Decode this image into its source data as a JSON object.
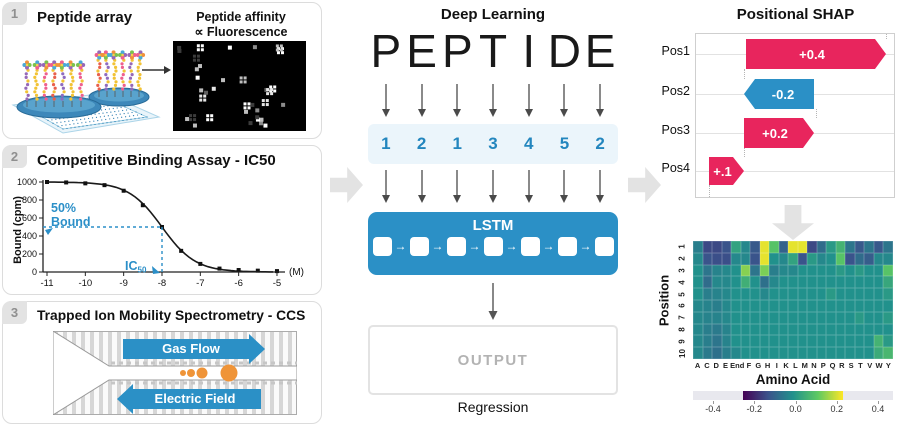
{
  "accent": {
    "blue": "#2b90c6",
    "pink": "#e8255d",
    "orange": "#ef9438",
    "light_blue_bg": "#ebf5fb",
    "gray_arrow": "#e3e3e3"
  },
  "panel1": {
    "badge": "1",
    "title": "Peptide array",
    "caption_line1": "Peptide affinity",
    "caption_line2": "∝ Fluorescence"
  },
  "panel2": {
    "badge": "2",
    "title": "Competitive Binding Assay - IC50",
    "half_bound_line1": "50%",
    "half_bound_line2": "Bound",
    "ic50_base": "IC",
    "ic50_sub": "50"
  },
  "panel3": {
    "badge": "3",
    "title": "Trapped Ion Mobility Spectrometry - CCS",
    "gas_flow_label": "Gas Flow",
    "electric_field_label": "Electric Field"
  },
  "deep_learning": {
    "title": "Deep Learning",
    "letters": [
      "P",
      "E",
      "P",
      "T",
      "I",
      "D",
      "E"
    ],
    "encoding": [
      "1",
      "2",
      "1",
      "3",
      "4",
      "5",
      "2"
    ],
    "lstm_label": "LSTM",
    "output_label": "OUTPUT",
    "task_label": "Regression"
  },
  "shap": {
    "title": "Positional SHAP",
    "bars": [
      {
        "label": "Pos1",
        "value": 0.4,
        "value_label": "+0.4",
        "direction": "right",
        "color": "#e8255d"
      },
      {
        "label": "Pos2",
        "value": -0.2,
        "value_label": "-0.2",
        "direction": "left",
        "color": "#2b90c6"
      },
      {
        "label": "Pos3",
        "value": 0.2,
        "value_label": "+0.2",
        "direction": "right",
        "color": "#e8255d"
      },
      {
        "label": "Pos4",
        "value": 0.1,
        "value_label": "+.1",
        "direction": "right",
        "color": "#e8255d"
      }
    ]
  },
  "chart_data": [
    {
      "type": "line",
      "title": "Competitive Binding Assay - IC50",
      "xlabel": "(M)",
      "ylabel": "Bound (cpm)",
      "x": [
        -11,
        -10.5,
        -10,
        -9.5,
        -9,
        -8.5,
        -8,
        -7.5,
        -7,
        -6.5,
        -6,
        -5.5,
        -5
      ],
      "y": [
        1000,
        995,
        985,
        965,
        903,
        742,
        500,
        235,
        90,
        38,
        22,
        15,
        10
      ],
      "xtick_labels": [
        "-11",
        "-10",
        "-9",
        "-8",
        "-7",
        "-6",
        "-5"
      ],
      "ytick_labels": [
        "0",
        "200",
        "400",
        "600",
        "800",
        "1000"
      ],
      "xlim": [
        -11,
        -5
      ],
      "ylim": [
        0,
        1000
      ],
      "annotations": [
        "50% Bound",
        "IC50"
      ],
      "ic50_x": -8,
      "half_bound_y": 500
    },
    {
      "type": "bar",
      "title": "Positional SHAP",
      "categories": [
        "Pos1",
        "Pos2",
        "Pos3",
        "Pos4"
      ],
      "values": [
        0.4,
        -0.2,
        0.2,
        0.1
      ],
      "value_labels": [
        "+0.4",
        "-0.2",
        "+0.2",
        "+.1"
      ],
      "xlim": [
        -0.1,
        0.5
      ],
      "legend_position": "none"
    },
    {
      "type": "heatmap",
      "title": "Positional SHAP per amino acid",
      "xlabel": "Amino Acid",
      "ylabel": "Position",
      "rows": [
        "1",
        "2",
        "3",
        "4",
        "5",
        "6",
        "7",
        "8",
        "9",
        "10"
      ],
      "cols": [
        "A",
        "C",
        "D",
        "E",
        "End",
        "F",
        "G",
        "H",
        "I",
        "K",
        "L",
        "M",
        "N",
        "P",
        "Q",
        "R",
        "S",
        "T",
        "V",
        "W",
        "Y"
      ],
      "values": [
        [
          -0.04,
          -0.15,
          -0.15,
          -0.13,
          0.04,
          -0.02,
          -0.12,
          0.25,
          0.12,
          -0.1,
          0.25,
          0.25,
          -0.15,
          -0.08,
          0.02,
          0.08,
          -0.06,
          -0.12,
          -0.06,
          -0.12,
          -0.06
        ],
        [
          -0.02,
          -0.13,
          -0.14,
          -0.14,
          -0.02,
          -0.02,
          -0.13,
          0.25,
          0.0,
          -0.02,
          0.04,
          -0.13,
          0.02,
          -0.02,
          0.0,
          0.12,
          -0.13,
          -0.08,
          -0.11,
          -0.02,
          -0.02
        ],
        [
          0.0,
          -0.06,
          -0.03,
          -0.02,
          0.0,
          0.17,
          -0.06,
          0.16,
          -0.04,
          -0.02,
          -0.02,
          0.0,
          0.0,
          0.0,
          0.0,
          0.02,
          0.0,
          0.02,
          0.0,
          0.0,
          0.12
        ],
        [
          0.0,
          -0.08,
          -0.02,
          -0.02,
          0.0,
          0.07,
          0.0,
          -0.07,
          -0.02,
          0.0,
          0.0,
          0.0,
          0.0,
          0.0,
          0.0,
          0.0,
          0.0,
          0.0,
          0.0,
          0.0,
          0.05
        ],
        [
          0.0,
          -0.04,
          -0.03,
          -0.02,
          0.0,
          0.0,
          0.0,
          -0.02,
          0.0,
          0.0,
          0.0,
          0.0,
          0.0,
          0.0,
          0.02,
          0.0,
          0.0,
          0.0,
          0.0,
          0.0,
          0.02
        ],
        [
          -0.02,
          -0.03,
          -0.04,
          -0.02,
          0.0,
          0.0,
          0.0,
          0.0,
          0.0,
          0.0,
          0.0,
          0.0,
          0.0,
          0.0,
          0.0,
          0.0,
          0.0,
          0.0,
          0.0,
          0.0,
          0.0
        ],
        [
          -0.02,
          -0.03,
          -0.03,
          -0.02,
          0.0,
          0.0,
          0.0,
          0.0,
          0.0,
          0.0,
          0.0,
          0.0,
          0.0,
          0.0,
          0.0,
          0.0,
          0.0,
          0.02,
          0.0,
          0.0,
          0.02
        ],
        [
          -0.02,
          -0.04,
          -0.05,
          -0.03,
          0.0,
          0.0,
          0.0,
          0.0,
          0.0,
          0.0,
          0.0,
          0.0,
          0.0,
          0.0,
          0.0,
          0.0,
          0.0,
          0.0,
          0.0,
          0.0,
          0.0
        ],
        [
          -0.02,
          -0.04,
          -0.06,
          -0.03,
          0.0,
          0.0,
          0.0,
          0.0,
          0.0,
          0.0,
          0.0,
          0.0,
          0.0,
          0.0,
          0.0,
          0.0,
          0.0,
          0.0,
          0.0,
          0.08,
          0.02
        ],
        [
          -0.02,
          -0.05,
          -0.07,
          -0.04,
          -0.02,
          0.0,
          0.0,
          0.0,
          0.0,
          0.0,
          0.0,
          0.0,
          0.0,
          0.0,
          0.0,
          0.0,
          0.0,
          0.0,
          0.0,
          0.06,
          0.09
        ]
      ],
      "colorbar_ticks": [
        "-0.4",
        "-0.2",
        "0.0",
        "0.2",
        "0.4"
      ],
      "colorbar_range": [
        -0.5,
        0.5
      ],
      "gradient_range": [
        -0.25,
        0.25
      ]
    }
  ]
}
